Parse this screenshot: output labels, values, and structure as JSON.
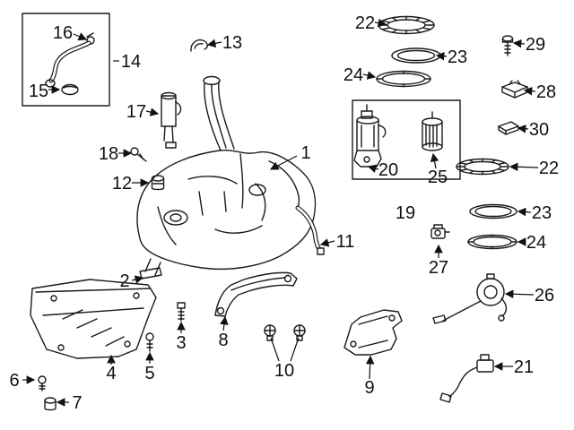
{
  "colors": {
    "line": "#1a1a1a",
    "background": "#ffffff",
    "text": "#111111"
  },
  "callouts": {
    "item16": "16",
    "item14": "14",
    "item15": "15",
    "item13": "13",
    "item17": "17",
    "item18": "18",
    "item12": "12",
    "item1": "1",
    "item11": "11",
    "item2": "2",
    "item4": "4",
    "item6": "6",
    "item7": "7",
    "item3": "3",
    "item5": "5",
    "item8": "8",
    "item10": "10",
    "item9": "9",
    "item22a": "22",
    "item23a": "23",
    "item24a": "24",
    "item20": "20",
    "item25": "25",
    "item19": "19",
    "item29": "29",
    "item28": "28",
    "item30": "30",
    "item22b": "22",
    "item23b": "23",
    "item24b": "24",
    "item27": "27",
    "item26": "26",
    "item21": "21"
  }
}
